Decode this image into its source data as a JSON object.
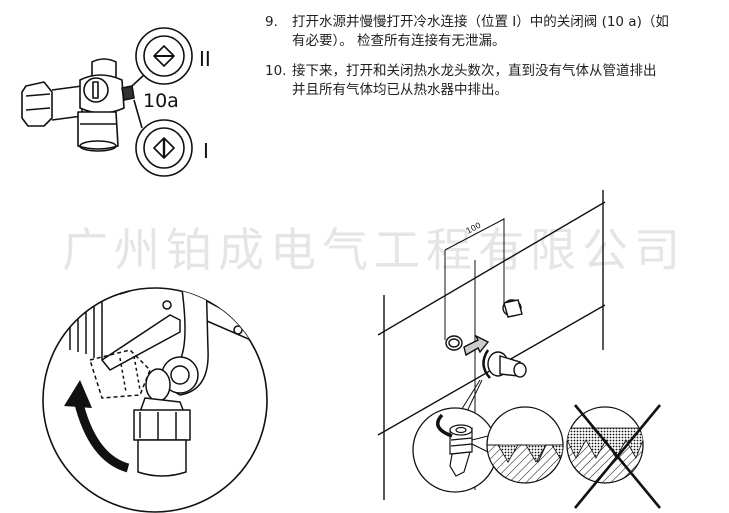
{
  "instructions": {
    "steps": [
      {
        "number": "9.",
        "lines": [
          "打开水源并慢慢打开冷水连接（位置 I）中的关闭阀 (10 a)（如",
          "有必要）。 检查所有连接有无泄漏。"
        ]
      },
      {
        "number": "10.",
        "lines": [
          "接下来，打开和关闭热水龙头数次，直到没有气体从管道排出",
          "并且所有气体均已从热水器中排出。"
        ]
      }
    ]
  },
  "figure_valve": {
    "callout": "10a",
    "position_upper_label": "II",
    "position_lower_label": "I",
    "upper_symbol": "diamond-horizontal-bar-icon",
    "lower_symbol": "diamond-vertical-bar-icon"
  },
  "figure_rotate": {
    "arrow_icon": "rotate-arrow-icon",
    "description": "magnified fitting with curved rotation arrow"
  },
  "figure_install": {
    "dimension_label": "100",
    "thread_detail_correct": "thread-seal-correct",
    "thread_detail_incorrect": "thread-seal-incorrect-crossed"
  },
  "watermark": "广州铂成电气工程有限公司",
  "colors": {
    "line": "#111111",
    "text": "#1f1f1f",
    "watermark": "#d0d0d0"
  }
}
